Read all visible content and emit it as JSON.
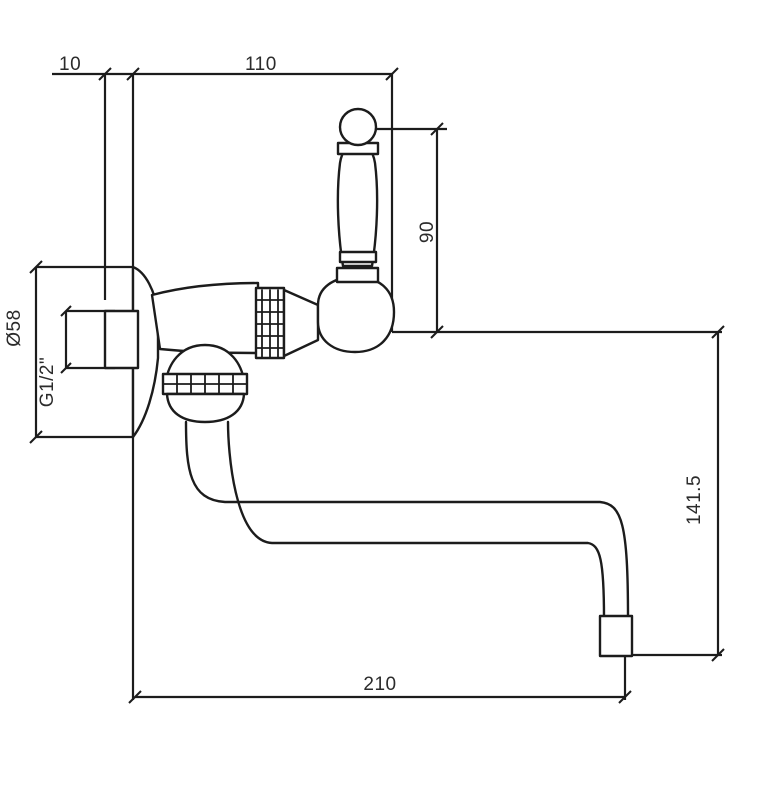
{
  "drawing": {
    "title": "Wall-mounted kitchen mixer tap - dimensioned side elevation",
    "subject": "bridge-style wall mounted faucet with lever handle and swivel spout",
    "projection": "side elevation",
    "units": "mm",
    "line_color": "#1c1c1c",
    "dim_color": "#2b2b2b",
    "background": "#ffffff"
  },
  "dimensions": {
    "wall_offset": {
      "label": "10",
      "value": 10,
      "orientation": "horizontal",
      "position": "top-left",
      "describes": "flange thickness / wall stand-off"
    },
    "handle_projection": {
      "label": "110",
      "value": 110,
      "orientation": "horizontal",
      "position": "top",
      "describes": "projection from wall face to handle centre line"
    },
    "handle_height": {
      "label": "90",
      "value": 90,
      "orientation": "vertical",
      "position": "upper-right",
      "describes": "height of lever handle above valve body centre"
    },
    "spout_height": {
      "label": "141.5",
      "value": 141.5,
      "orientation": "vertical",
      "position": "right",
      "describes": "drop from valve body centre to spout outlet"
    },
    "spout_reach": {
      "label": "210",
      "value": 210,
      "orientation": "horizontal",
      "position": "bottom",
      "describes": "total reach from wall face to spout outlet"
    },
    "flange_diameter": {
      "label": "Ø58",
      "value": 58,
      "orientation": "vertical-rotated",
      "position": "far-left",
      "describes": "diameter of wall escutcheon / flange"
    },
    "inlet_thread": {
      "label": "G1/2\"",
      "value": "G1/2\"",
      "orientation": "vertical-rotated",
      "position": "far-left-lower",
      "describes": "inlet connection thread size"
    }
  },
  "parts": [
    {
      "name": "wall-flange",
      "label": "wall escutcheon"
    },
    {
      "name": "inlet-connector",
      "label": "G1/2\" inlet"
    },
    {
      "name": "valve-body",
      "label": "angled valve body"
    },
    {
      "name": "knurled-collar",
      "label": "knurled collar"
    },
    {
      "name": "handle-base-ball",
      "label": "spherical handle base"
    },
    {
      "name": "lever-handle",
      "label": "lever handle"
    },
    {
      "name": "handle-finial",
      "label": "ball finial"
    },
    {
      "name": "spout-dome",
      "label": "spout swivel dome"
    },
    {
      "name": "spout-knurled-ring",
      "label": "spout knurled ring"
    },
    {
      "name": "swan-neck-spout",
      "label": "swan-neck spout"
    },
    {
      "name": "aerator",
      "label": "aerator outlet"
    }
  ]
}
